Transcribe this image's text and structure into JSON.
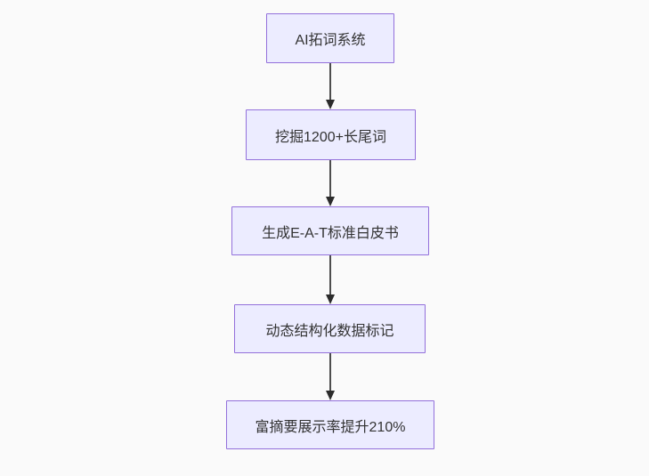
{
  "flowchart": {
    "type": "vertical-flow",
    "nodes": [
      {
        "id": "n1",
        "label": "AI拓词系统"
      },
      {
        "id": "n2",
        "label": "挖掘1200+长尾词"
      },
      {
        "id": "n3",
        "label": "生成E-A-T标准白皮书"
      },
      {
        "id": "n4",
        "label": "动态结构化数据标记"
      },
      {
        "id": "n5",
        "label": "富摘要展示率提升210%"
      }
    ],
    "edges": [
      {
        "from": "n1",
        "to": "n2",
        "direction": "down"
      },
      {
        "from": "n2",
        "to": "n3",
        "direction": "down"
      },
      {
        "from": "n3",
        "to": "n4",
        "direction": "down"
      },
      {
        "from": "n4",
        "to": "n5",
        "direction": "down"
      }
    ],
    "colors": {
      "node_fill": "#ECECFF",
      "node_border": "#9370DB",
      "node_text": "#333333",
      "arrow": "#333333",
      "background": "#FAFAFA"
    }
  }
}
